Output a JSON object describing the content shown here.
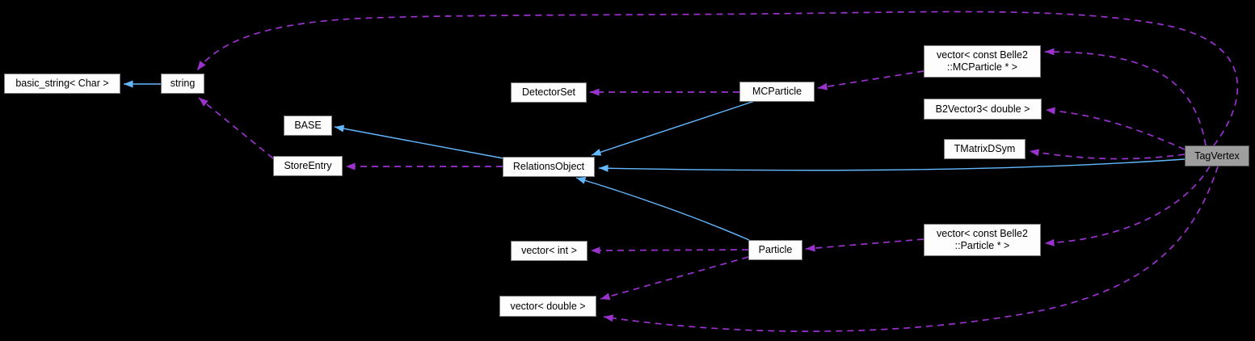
{
  "diagram": {
    "type": "collaboration-graph",
    "background_color": "#000000",
    "colors": {
      "inheritance_edge": "#63b8ff",
      "usage_edge": "#9a32cd",
      "node_fill": "#fdfdfd",
      "node_border": "#7b7b7b",
      "node_text": "#000000",
      "highlight_fill": "#9e9e9e",
      "highlight_border": "#4f4f4f"
    },
    "nodes": [
      {
        "id": "basic-string",
        "lines": [
          "basic_string< Char >"
        ]
      },
      {
        "id": "string",
        "lines": [
          "string"
        ]
      },
      {
        "id": "base",
        "lines": [
          "BASE"
        ]
      },
      {
        "id": "store-entry",
        "lines": [
          "StoreEntry"
        ]
      },
      {
        "id": "detector-set",
        "lines": [
          "DetectorSet"
        ]
      },
      {
        "id": "relations-object",
        "lines": [
          "RelationsObject"
        ]
      },
      {
        "id": "mc-particle",
        "lines": [
          "MCParticle"
        ]
      },
      {
        "id": "vector-const-belle2-mcparticle",
        "lines": [
          "vector< const Belle2",
          "::MCParticle * >"
        ]
      },
      {
        "id": "b2vector3-double",
        "lines": [
          "B2Vector3< double >"
        ]
      },
      {
        "id": "tmatrixdsym",
        "lines": [
          "TMatrixDSym"
        ]
      },
      {
        "id": "tag-vertex",
        "lines": [
          "TagVertex"
        ],
        "highlighted": true
      },
      {
        "id": "particle",
        "lines": [
          "Particle"
        ]
      },
      {
        "id": "vector-int",
        "lines": [
          "vector< int >"
        ]
      },
      {
        "id": "vector-double",
        "lines": [
          "vector< double >"
        ]
      },
      {
        "id": "vector-const-belle2-particle",
        "lines": [
          "vector< const Belle2",
          "::Particle * >"
        ]
      }
    ],
    "edges": [
      {
        "from": "string",
        "to": "basic_string< Char >",
        "relation": "inheritance",
        "style": "solid-blue"
      },
      {
        "from": "RelationsObject",
        "to": "BASE",
        "relation": "inheritance",
        "style": "solid-blue"
      },
      {
        "from": "MCParticle",
        "to": "RelationsObject",
        "relation": "inheritance",
        "style": "solid-blue"
      },
      {
        "from": "Particle",
        "to": "RelationsObject",
        "relation": "inheritance",
        "style": "solid-blue"
      },
      {
        "from": "TagVertex",
        "to": "RelationsObject",
        "relation": "inheritance",
        "style": "solid-blue"
      },
      {
        "from": "StoreEntry",
        "to": "string",
        "relation": "usage",
        "style": "dashed-purple"
      },
      {
        "from": "RelationsObject",
        "to": "StoreEntry",
        "relation": "usage",
        "style": "dashed-purple"
      },
      {
        "from": "MCParticle",
        "to": "DetectorSet",
        "relation": "usage",
        "style": "dashed-purple"
      },
      {
        "from": "vector< const Belle2 ::MCParticle * >",
        "to": "MCParticle",
        "relation": "usage",
        "style": "dashed-purple"
      },
      {
        "from": "vector< const Belle2 ::Particle * >",
        "to": "Particle",
        "relation": "usage",
        "style": "dashed-purple"
      },
      {
        "from": "Particle",
        "to": "vector< int >",
        "relation": "usage",
        "style": "dashed-purple"
      },
      {
        "from": "Particle",
        "to": "vector< double >",
        "relation": "usage",
        "style": "dashed-purple"
      },
      {
        "from": "TagVertex",
        "to": "string",
        "relation": "usage",
        "style": "dashed-purple"
      },
      {
        "from": "TagVertex",
        "to": "vector< const Belle2 ::MCParticle * >",
        "relation": "usage",
        "style": "dashed-purple"
      },
      {
        "from": "TagVertex",
        "to": "B2Vector3< double >",
        "relation": "usage",
        "style": "dashed-purple"
      },
      {
        "from": "TagVertex",
        "to": "TMatrixDSym",
        "relation": "usage",
        "style": "dashed-purple"
      },
      {
        "from": "TagVertex",
        "to": "vector< const Belle2 ::Particle * >",
        "relation": "usage",
        "style": "dashed-purple"
      },
      {
        "from": "TagVertex",
        "to": "vector< double >",
        "relation": "usage",
        "style": "dashed-purple"
      }
    ]
  }
}
